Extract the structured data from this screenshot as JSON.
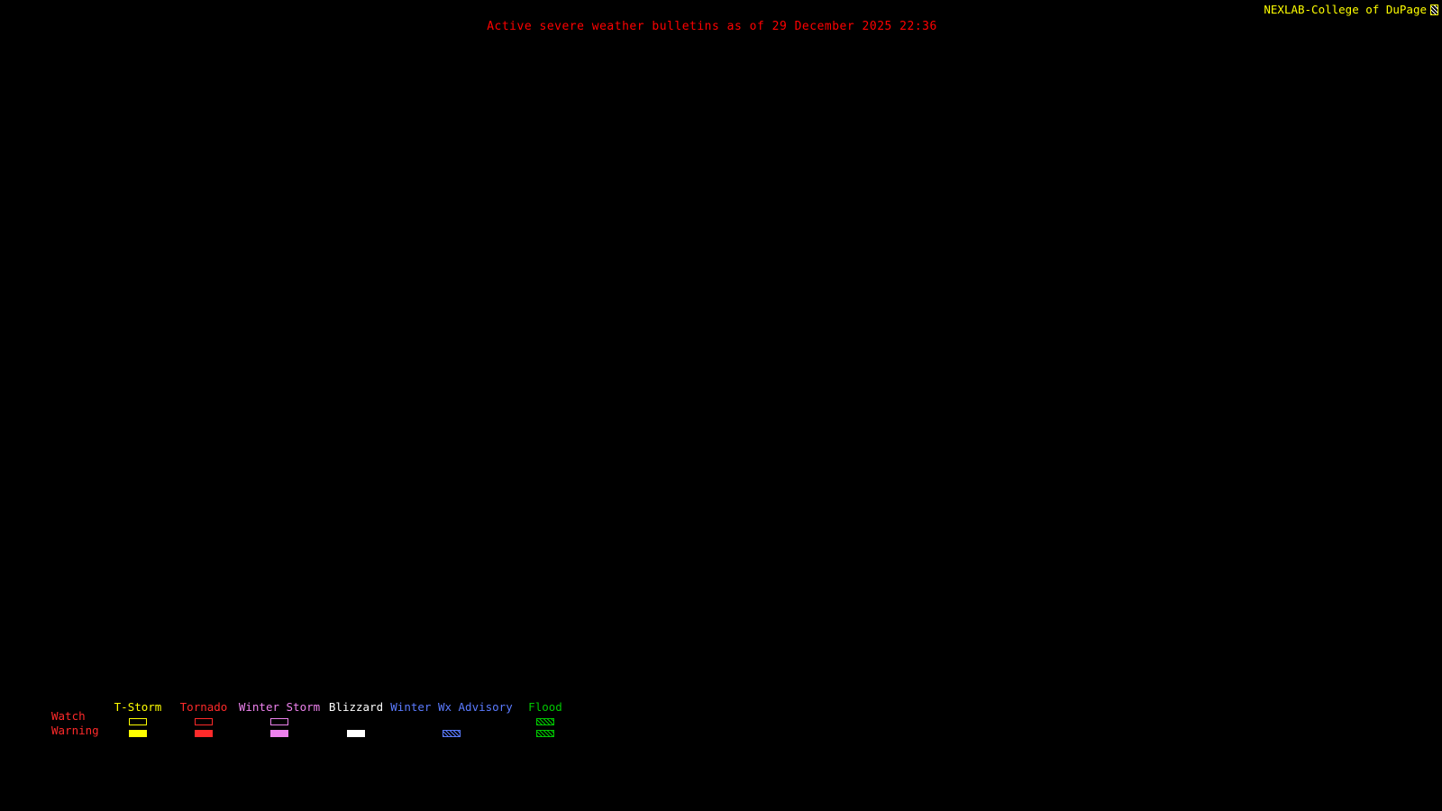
{
  "page": {
    "background": "#000000"
  },
  "header": {
    "bulletin_title": "Active severe weather bulletins as of 29 December 2025 22:36",
    "bulletin_color": "#ff0000",
    "brand": "NEXLAB-College of DuPage",
    "brand_color": "#ffff00"
  },
  "legend": {
    "watch_label": "Watch",
    "warning_label": "Warning",
    "row_label_color": "#ff2a2a",
    "columns": [
      {
        "label": "T-Storm",
        "color": "#ffff00",
        "watch_style": "outline",
        "warning_style": "filled"
      },
      {
        "label": "Tornado",
        "color": "#ff2a2a",
        "watch_style": "outline",
        "warning_style": "filled"
      },
      {
        "label": "Winter Storm",
        "color": "#ee82ee",
        "watch_style": "outline",
        "warning_style": "filled"
      },
      {
        "label": "Blizzard",
        "color": "#ffffff",
        "watch_style": "none",
        "warning_style": "filled"
      },
      {
        "label": "Winter Wx Advisory",
        "color": "#5b7bff",
        "watch_style": "none",
        "warning_style": "hatched"
      },
      {
        "label": "Flood",
        "color": "#00c800",
        "watch_style": "hatched",
        "warning_style": "hatched"
      }
    ]
  }
}
